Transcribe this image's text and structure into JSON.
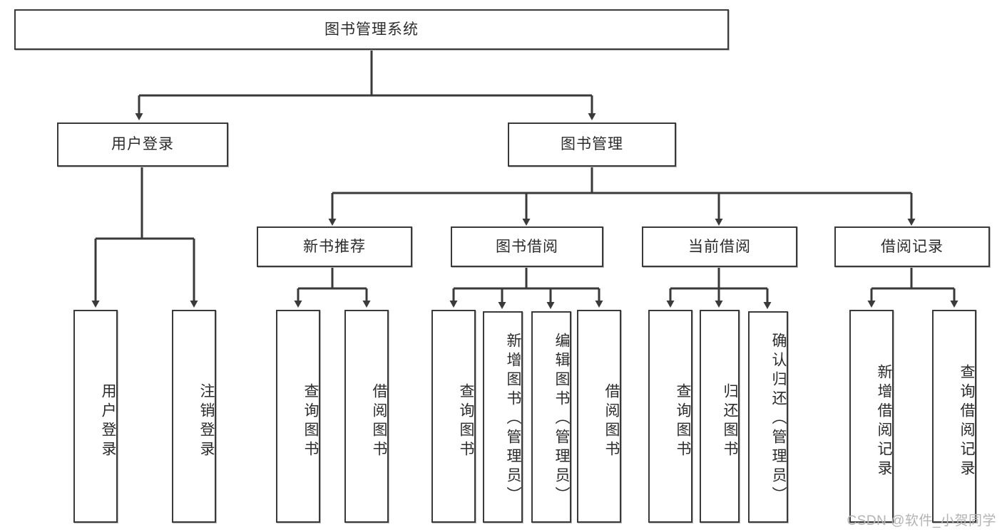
{
  "diagram": {
    "title": "图书管理系统",
    "type": "tree-hierarchy",
    "watermark": "CSDN @软件_小贺同学",
    "colors": {
      "stroke": "#3a3a3a",
      "box_fill": "#ffffff",
      "text": "#2b2b2b",
      "watermark": "#b3b3b3",
      "background": "#ffffff"
    },
    "nodes": {
      "root": {
        "label": "图书管理系统",
        "orientation": "horizontal",
        "level": 1
      },
      "user_login": {
        "label": "用户登录",
        "orientation": "horizontal",
        "level": 2
      },
      "book_manage": {
        "label": "图书管理",
        "orientation": "horizontal",
        "level": 2
      },
      "new_book_rec": {
        "label": "新书推荐",
        "orientation": "horizontal",
        "level": 3
      },
      "book_borrow": {
        "label": "图书借阅",
        "orientation": "horizontal",
        "level": 3
      },
      "current_borrow": {
        "label": "当前借阅",
        "orientation": "horizontal",
        "level": 3
      },
      "borrow_record": {
        "label": "借阅记录",
        "orientation": "horizontal",
        "level": 3
      },
      "leaf_user_login": {
        "label": "用户登录",
        "orientation": "vertical",
        "level": 3
      },
      "leaf_logout": {
        "label": "注销登录",
        "orientation": "vertical",
        "level": 3
      },
      "leaf_query_book_1": {
        "label": "查询图书",
        "orientation": "vertical",
        "level": 4
      },
      "leaf_borrow_book_1": {
        "label": "借阅图书",
        "orientation": "vertical",
        "level": 4
      },
      "leaf_query_book_2": {
        "label": "查询图书",
        "orientation": "vertical",
        "level": 4
      },
      "leaf_add_book": {
        "label": "新增图书（管理员）",
        "orientation": "vertical",
        "level": 4
      },
      "leaf_edit_book": {
        "label": "编辑图书（管理员）",
        "orientation": "vertical",
        "level": 4
      },
      "leaf_borrow_book_2": {
        "label": "借阅图书",
        "orientation": "vertical",
        "level": 4
      },
      "leaf_query_book_3": {
        "label": "查询图书",
        "orientation": "vertical",
        "level": 4
      },
      "leaf_return_book": {
        "label": "归还图书",
        "orientation": "vertical",
        "level": 4
      },
      "leaf_confirm_return": {
        "label": "确认归还（管理员）",
        "orientation": "vertical",
        "level": 4
      },
      "leaf_add_record": {
        "label": "新增借阅记录",
        "orientation": "vertical",
        "level": 4
      },
      "leaf_query_record": {
        "label": "查询借阅记录",
        "orientation": "vertical",
        "level": 4
      }
    },
    "edges": [
      {
        "from": "root",
        "to": "user_login"
      },
      {
        "from": "root",
        "to": "book_manage"
      },
      {
        "from": "user_login",
        "to": "leaf_user_login"
      },
      {
        "from": "user_login",
        "to": "leaf_logout"
      },
      {
        "from": "book_manage",
        "to": "new_book_rec"
      },
      {
        "from": "book_manage",
        "to": "book_borrow"
      },
      {
        "from": "book_manage",
        "to": "current_borrow"
      },
      {
        "from": "book_manage",
        "to": "borrow_record"
      },
      {
        "from": "new_book_rec",
        "to": "leaf_query_book_1"
      },
      {
        "from": "new_book_rec",
        "to": "leaf_borrow_book_1"
      },
      {
        "from": "book_borrow",
        "to": "leaf_query_book_2"
      },
      {
        "from": "book_borrow",
        "to": "leaf_add_book"
      },
      {
        "from": "book_borrow",
        "to": "leaf_edit_book"
      },
      {
        "from": "book_borrow",
        "to": "leaf_borrow_book_2"
      },
      {
        "from": "current_borrow",
        "to": "leaf_query_book_3"
      },
      {
        "from": "current_borrow",
        "to": "leaf_return_book"
      },
      {
        "from": "current_borrow",
        "to": "leaf_confirm_return"
      },
      {
        "from": "borrow_record",
        "to": "leaf_add_record"
      },
      {
        "from": "borrow_record",
        "to": "leaf_query_record"
      }
    ]
  }
}
